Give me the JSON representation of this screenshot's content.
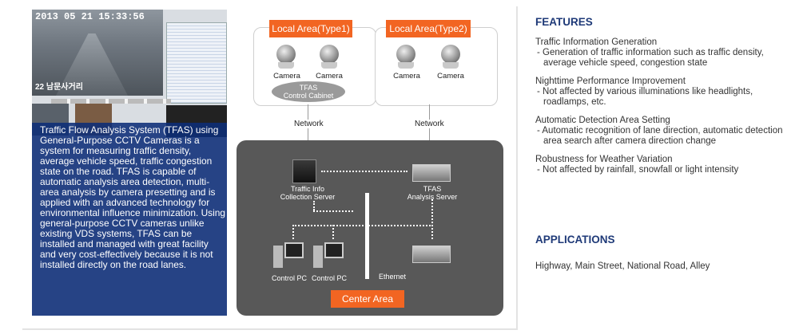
{
  "photo": {
    "camera_timestamp": "2013 05 21 15:33:56",
    "camera_location_label": "22 남문사거리"
  },
  "description": "Traffic Flow Analysis System (TFAS) using General-Purpose CCTV Cameras is a system for measuring traffic density, average vehicle speed, traffic congestion state on the road. TFAS is capable of automatic analysis area detection, multi-area analysis by camera presetting and is applied with an advanced technology for environmental influence minimization. Using general-purpose CCTV cameras unlike existing VDS systems, TFAS can be installed and managed with great facility and very cost-effectively because it is not installed directly on the road lanes.",
  "diagram": {
    "local_area_1": "Local Area(Type1)",
    "local_area_2": "Local Area(Type2)",
    "camera_label": "Camera",
    "cabinet_line1": "TFAS",
    "cabinet_line2": "Control Cabinet",
    "network_label": "Network",
    "collection_server_line1": "Traffic Info",
    "collection_server_line2": "Collection Server",
    "analysis_server_line1": "TFAS",
    "analysis_server_line2": "Analysis Server",
    "control_pc_label": "Control PC",
    "ethernet_label": "Ethernet",
    "center_area": "Center Area",
    "accent_color": "#f26522"
  },
  "features": {
    "heading": "FEATURES",
    "items": [
      {
        "title": "Traffic Information Generation",
        "detail": "- Generation of traffic information such as traffic density, average vehicle speed, congestion state"
      },
      {
        "title": "Nighttime Performance Improvement",
        "detail": "- Not affected by various illuminations like headlights, roadlamps, etc."
      },
      {
        "title": "Automatic Detection Area Setting",
        "detail": "- Automatic recognition of lane direction, automatic detection area search after camera direction change"
      },
      {
        "title": "Robustness for Weather Variation",
        "detail": "- Not affected by rainfall, snowfall or light intensity"
      }
    ]
  },
  "applications": {
    "heading": "APPLICATIONS",
    "text": "Highway, Main Street, National Road, Alley"
  }
}
